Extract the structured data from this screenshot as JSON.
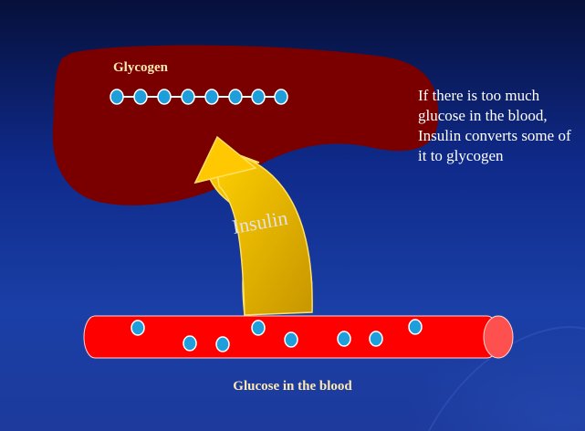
{
  "liver": {
    "label": "Glycogen"
  },
  "caption": {
    "text": "If there is too much glucose in the blood, Insulin converts some of it to glycogen"
  },
  "arrow": {
    "label": "Insulin"
  },
  "blood_vessel": {
    "label": "Glucose in the blood"
  },
  "colors": {
    "background_top": "#06103a",
    "background_bottom": "#1d3a9c",
    "liver": "#7a0000",
    "vessel": "#ff0000",
    "molecule": "#1e9fdc",
    "arrow": "#ffc000",
    "label": "#fde9b0"
  }
}
